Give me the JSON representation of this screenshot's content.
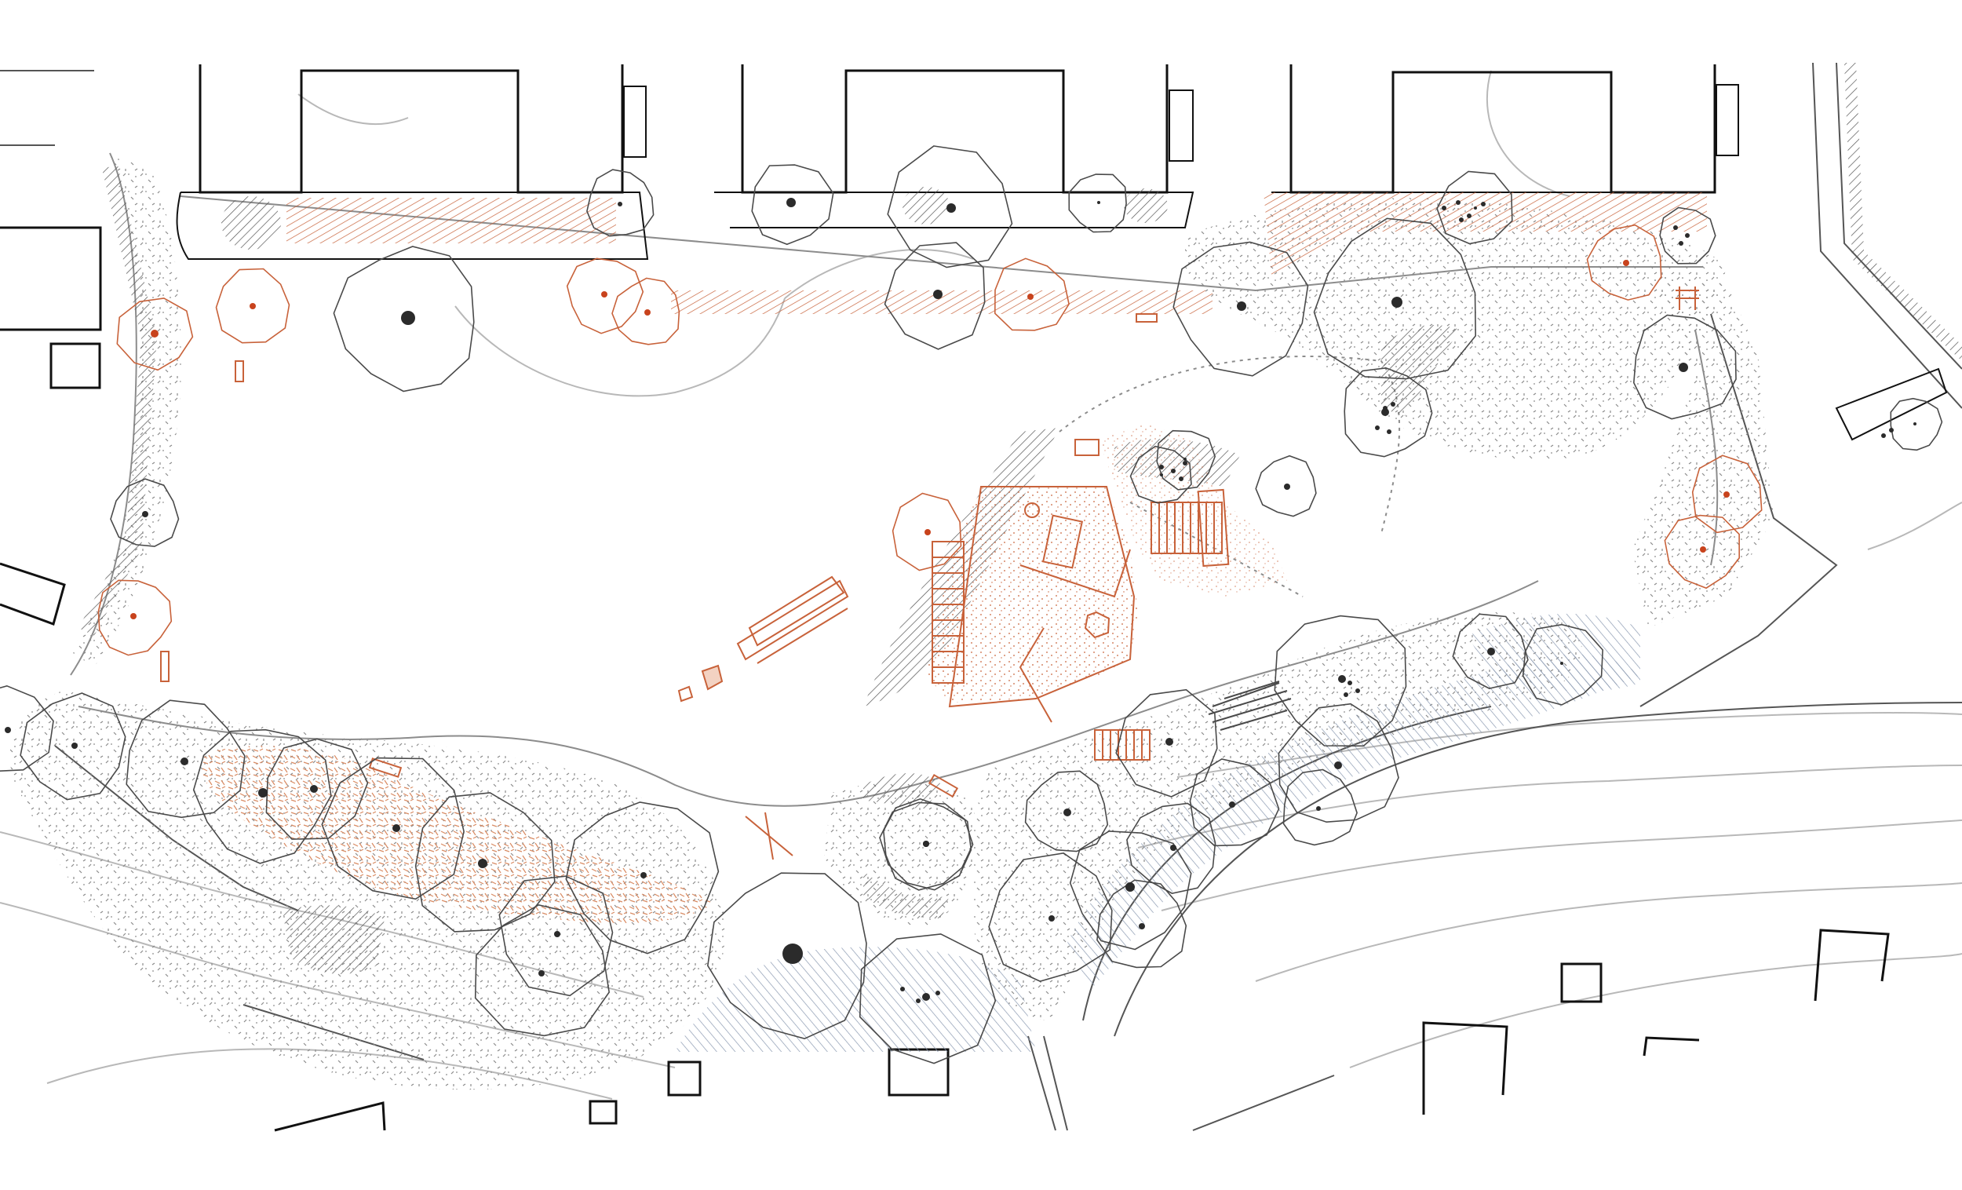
{
  "plan": {
    "colors": {
      "background": "#ffffff",
      "buildings": "#111111",
      "canopy_outline": "#4a4a4a",
      "accent_canopy": "#c8623a",
      "tree_trunk": "#2b2b2b",
      "accent_trunk": "#c8431d",
      "play_equipment": "#c8623a",
      "sand_fill": "#f3d2c2",
      "meadow_stipple": "#8a8a8a",
      "wet_meadow_hatch": "#8a99b0",
      "hatch": "#555555"
    },
    "layers": [
      "buildings",
      "contours",
      "paths",
      "vegetation",
      "trees",
      "play-area",
      "furniture"
    ],
    "icons": [
      "tree-trunk-icon",
      "tree-canopy-icon",
      "bench-icon",
      "play-structure-icon"
    ]
  }
}
